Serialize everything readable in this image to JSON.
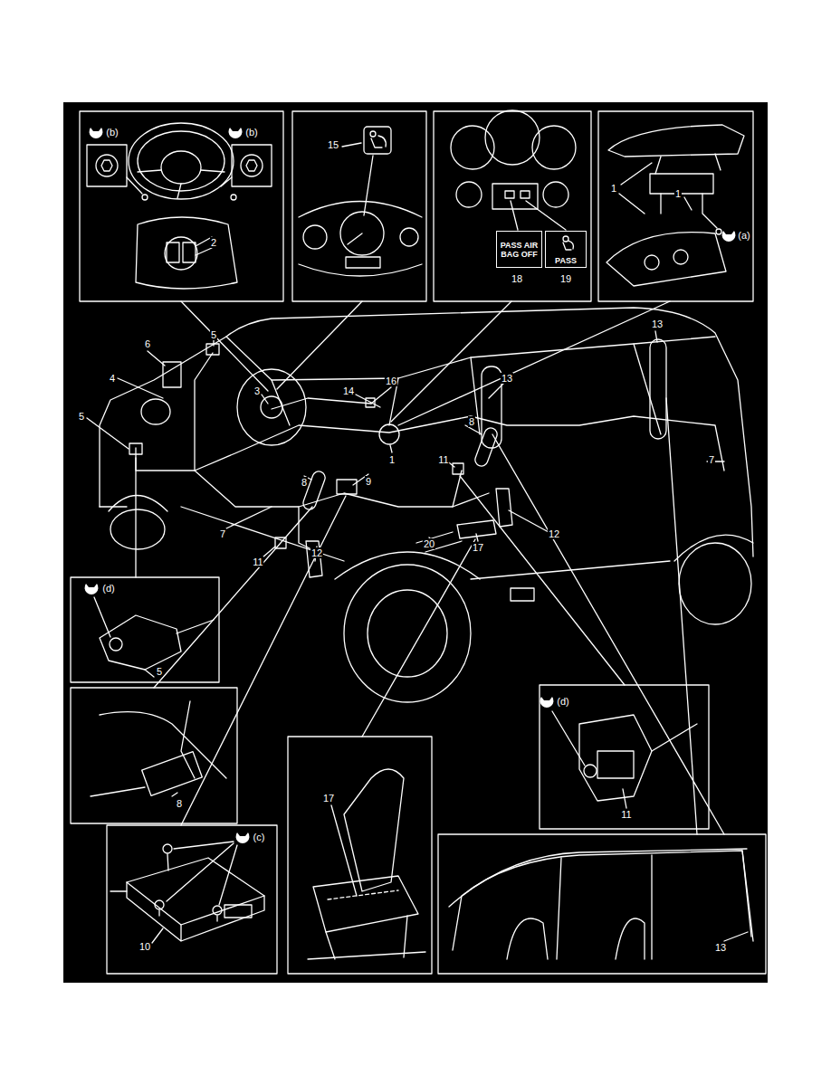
{
  "diagram": {
    "nodes": [
      {
        "text": [
          "PASS AIR BAG OFF"
        ]
      },
      {
        "text": [
          "PASS"
        ]
      }
    ],
    "labels": [
      "(b)",
      "(b)",
      "2",
      "15",
      "18",
      "19",
      "1",
      "1",
      "(a)",
      "13",
      "5",
      "6",
      "4",
      "16",
      "13",
      "3",
      "14",
      "5",
      "8",
      "1",
      "7",
      "11",
      "9",
      "8",
      "7",
      "12",
      "20",
      "17",
      "12",
      "11",
      "(d)",
      "5",
      "(d)",
      "11",
      "8",
      "(c)",
      "10",
      "17",
      "13"
    ]
  }
}
